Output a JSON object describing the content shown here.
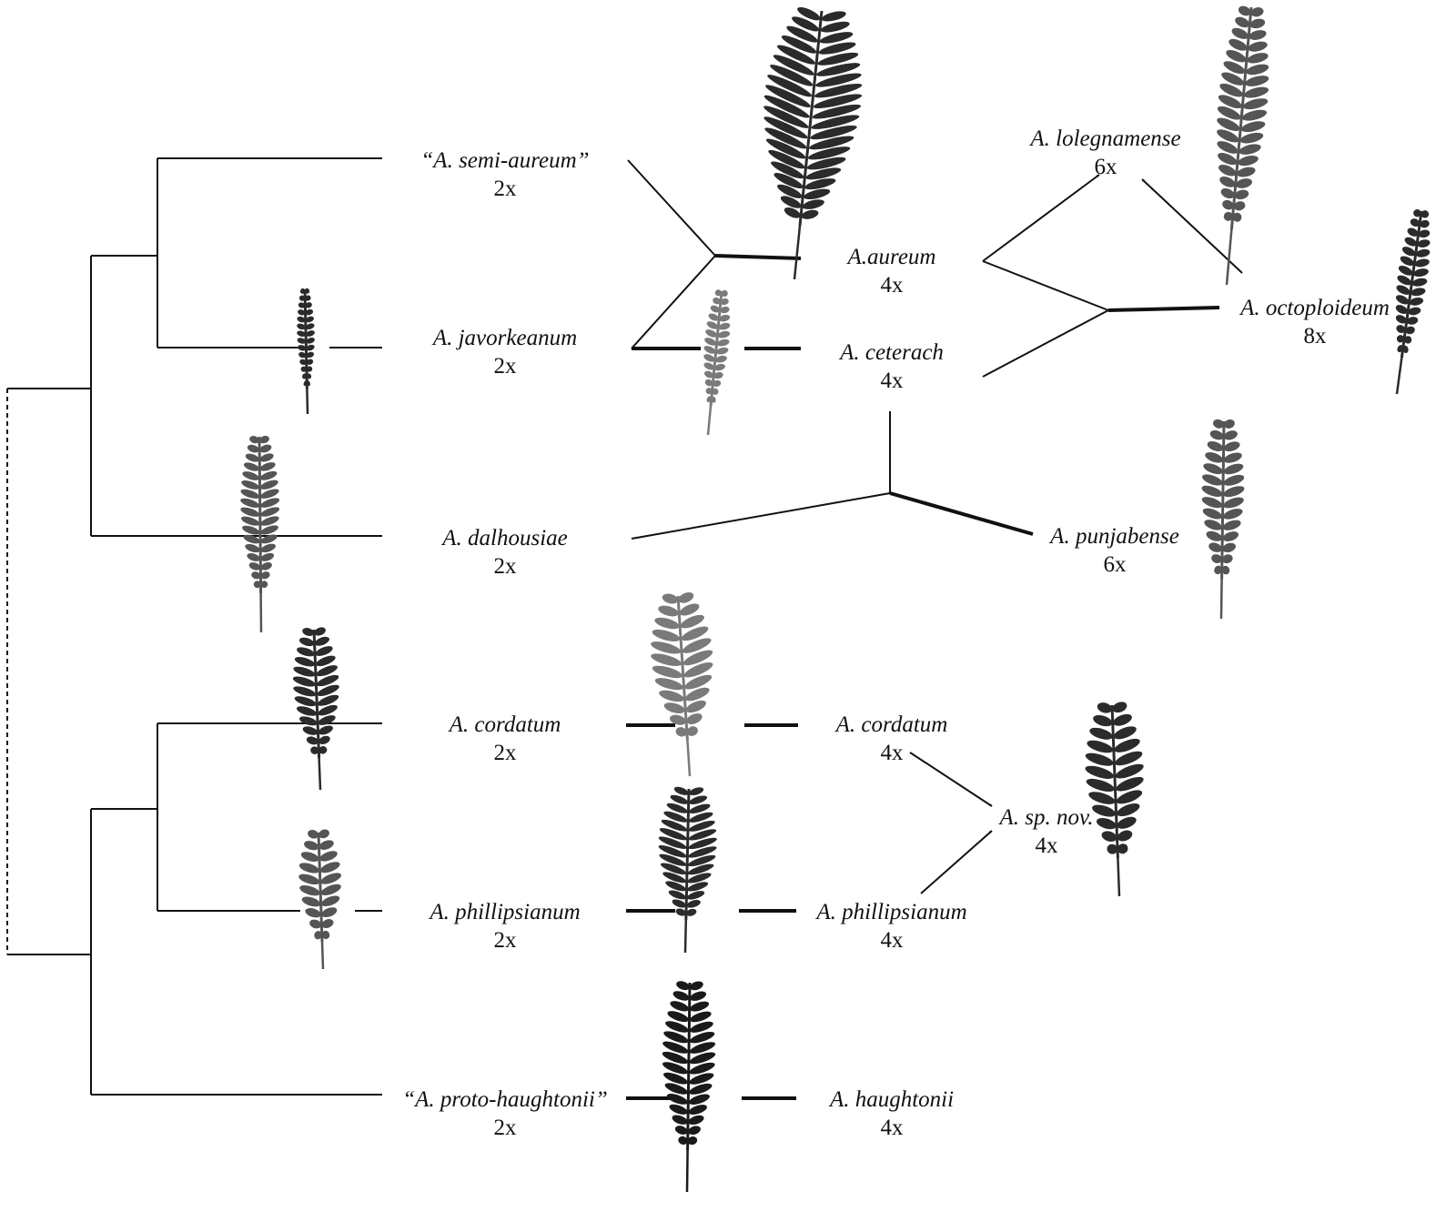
{
  "taxa": {
    "semi_aureum": {
      "name": "“A. semi-aureum”",
      "ploidy": "2x"
    },
    "javorkeanum": {
      "name": "A. javorkeanum",
      "ploidy": "2x"
    },
    "dalhousiae": {
      "name": "A. dalhousiae",
      "ploidy": "2x"
    },
    "cordatum_2x": {
      "name": "A. cordatum",
      "ploidy": "2x"
    },
    "phillipsianum_2x": {
      "name": "A. phillipsianum",
      "ploidy": "2x"
    },
    "proto_haughtonii": {
      "name": "“A. proto-haughtonii”",
      "ploidy": "2x"
    },
    "aureum": {
      "name": "A.aureum",
      "ploidy": "4x"
    },
    "ceterach": {
      "name": "A. ceterach",
      "ploidy": "4x"
    },
    "cordatum_4x": {
      "name": "A. cordatum",
      "ploidy": "4x"
    },
    "phillipsianum_4x": {
      "name": "A. phillipsianum",
      "ploidy": "4x"
    },
    "haughtonii": {
      "name": "A. haughtonii",
      "ploidy": "4x"
    },
    "lolegnamense": {
      "name": "A. lolegnamense",
      "ploidy": "6x"
    },
    "octoploideum": {
      "name": "A. octoploideum",
      "ploidy": "8x"
    },
    "punjabense": {
      "name": "A. punjabense",
      "ploidy": "6x"
    },
    "sp_nov": {
      "name": "A. sp. nov.",
      "ploidy": "4x"
    }
  },
  "colors": {
    "line": "#111111",
    "frond_dark": "#2b2b2b",
    "frond_mid": "#555555",
    "frond_light": "#7a7a7a"
  }
}
